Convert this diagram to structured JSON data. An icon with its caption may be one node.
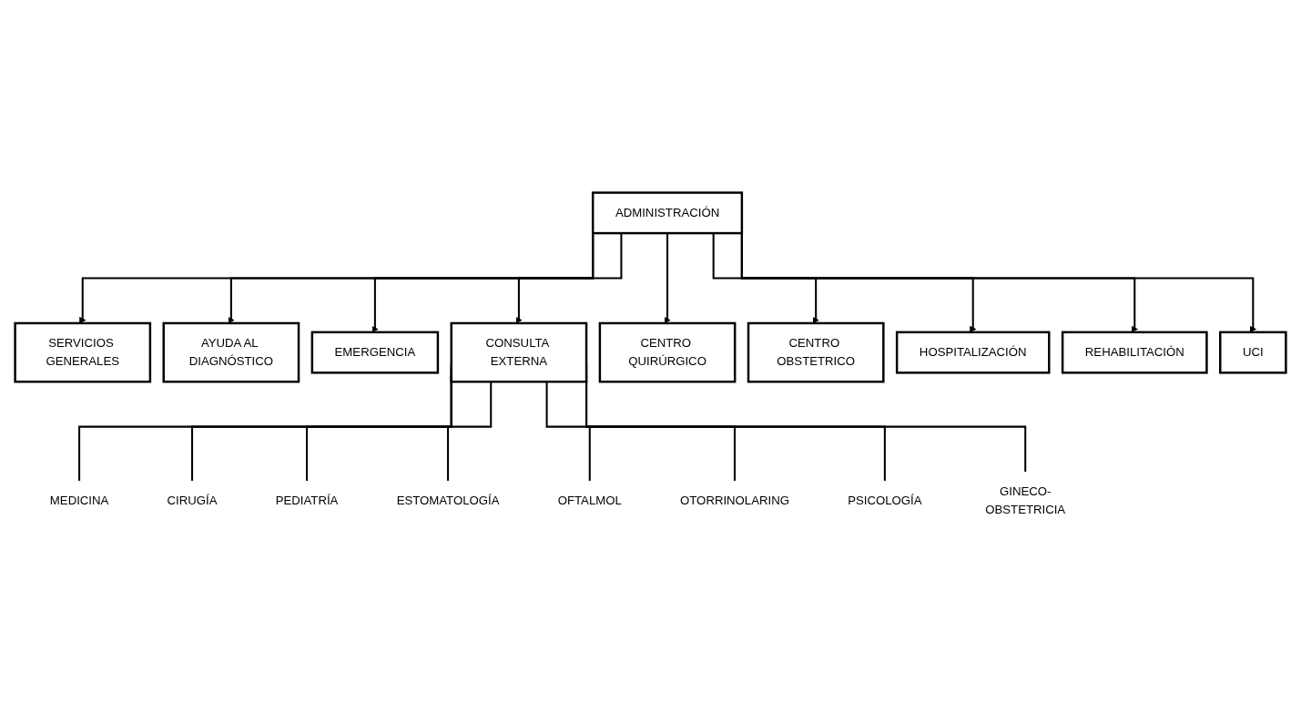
{
  "diagram": {
    "nodes": [
      {
        "text": [
          "ADMINISTRACIÓN"
        ]
      },
      {
        "text": [
          "SERVICIOS GENERALES"
        ]
      },
      {
        "text": [
          "AYUDA AL DIAGNÓSTICO"
        ]
      },
      {
        "text": [
          "EMERGENCIA"
        ]
      },
      {
        "text": [
          "CONSULTA EXTERNA"
        ]
      },
      {
        "text": [
          "CENTRO QUIRÚRGICO"
        ]
      },
      {
        "text": [
          "CENTRO OBSTETRICO"
        ]
      },
      {
        "text": [
          "HOSPITALIZACIÓN"
        ]
      },
      {
        "text": [
          "REHABILITACIÓN"
        ]
      },
      {
        "text": [
          "UCI"
        ]
      },
      {
        "text": [
          "MEDICINA"
        ]
      },
      {
        "text": [
          "CIRUGÍA"
        ]
      },
      {
        "text": [
          "PEDIATRÍA"
        ]
      },
      {
        "text": [
          "ESTOMATOLOGÍA"
        ]
      },
      {
        "text": [
          "OFTALMOL"
        ]
      },
      {
        "text": [
          "OTORRINOLARING"
        ]
      },
      {
        "text": [
          "PSICOLOGÍA"
        ]
      },
      {
        "text": [
          "GINECO-OBSTETRICIA"
        ]
      }
    ],
    "edges": [
      {
        "from": 0,
        "to": 1,
        "arrow": "to"
      },
      {
        "from": 0,
        "to": 2,
        "arrow": "to"
      },
      {
        "from": 0,
        "to": 3,
        "arrow": "to"
      },
      {
        "from": 0,
        "to": 4,
        "arrow": "to"
      },
      {
        "from": 0,
        "to": 5,
        "arrow": "to"
      },
      {
        "from": 0,
        "to": 6,
        "arrow": "to"
      },
      {
        "from": 0,
        "to": 7,
        "arrow": "to"
      },
      {
        "from": 0,
        "to": 8,
        "arrow": "to"
      },
      {
        "from": 0,
        "to": 9,
        "arrow": "to"
      },
      {
        "from": 4,
        "to": 10,
        "arrow": "none"
      },
      {
        "from": 4,
        "to": 11,
        "arrow": "none"
      },
      {
        "from": 4,
        "to": 12,
        "arrow": "none"
      },
      {
        "from": 4,
        "to": 13,
        "arrow": "none"
      },
      {
        "from": 4,
        "to": 14,
        "arrow": "none"
      },
      {
        "from": 4,
        "to": 15,
        "arrow": "none"
      },
      {
        "from": 4,
        "to": 16,
        "arrow": "none"
      },
      {
        "from": 4,
        "to": 17,
        "arrow": "none"
      }
    ]
  }
}
